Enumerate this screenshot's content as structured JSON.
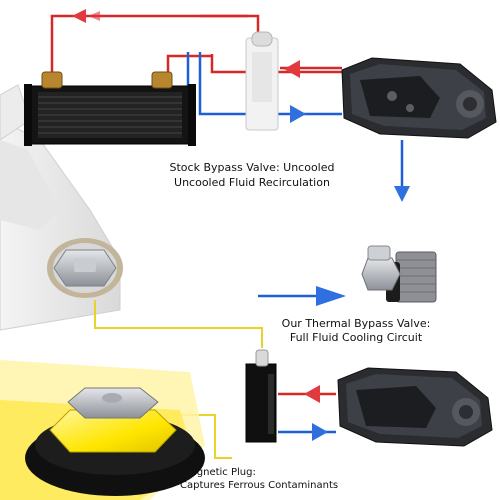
{
  "labels": {
    "stock_title": "Stock Bypass Valve: Uncooled",
    "stock_sub": "Uncooled  Fluid Recirculation",
    "thermal_title": "Our Thermal Bypass Valve:",
    "thermal_sub": "Full Fluid Cooling Circuit",
    "mag_title": "Magnetic Plug:",
    "mag_sub": "Captures Ferrous Contaminants"
  },
  "colors": {
    "hot_line": "#d62828",
    "cool_line": "#1f5fd6",
    "flow_arrow_red": "#e0393e",
    "flow_arrow_blue": "#2f6fe0",
    "cooler_body": "#151515",
    "transmission": "#2a2c30",
    "highlight_yellow": "#ffe100",
    "plug_metal": "#b8bcc2",
    "valve_white": "#f2f2f2"
  },
  "icons": {
    "cooler": "oil-cooler-icon",
    "transmission": "transmission-icon",
    "bypass_valve": "bypass-valve-icon",
    "drain_plug": "drain-plug-icon",
    "magnetic_plug": "magnetic-plug-icon"
  }
}
